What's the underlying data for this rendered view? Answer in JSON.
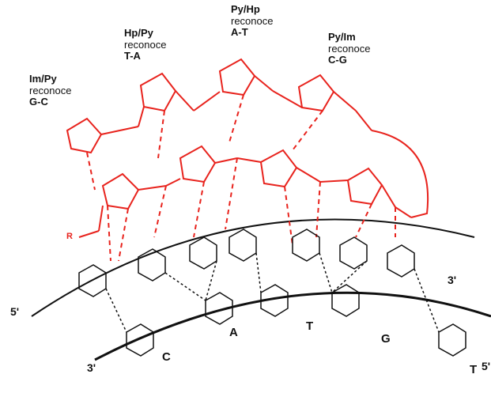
{
  "labels": [
    {
      "pair": "Im/Py",
      "verb": "reconoce",
      "bp": "G-C"
    },
    {
      "pair": "Hp/Py",
      "verb": "reconoce",
      "bp": "T-A"
    },
    {
      "pair": "Py/Hp",
      "verb": "reconoce",
      "bp": "A-T"
    },
    {
      "pair": "Py/Im",
      "verb": "reconoce",
      "bp": "C-G"
    }
  ],
  "bases": [
    "C",
    "A",
    "T",
    "G",
    "T"
  ],
  "strand_ends": {
    "top_left": "5'",
    "top_right": "3'",
    "bottom_left": "3'",
    "bottom_right": "5'"
  },
  "r_group": "R",
  "colors": {
    "polyamide": "#e8231d",
    "dna": "#111111",
    "hbond": "#e8231d"
  }
}
